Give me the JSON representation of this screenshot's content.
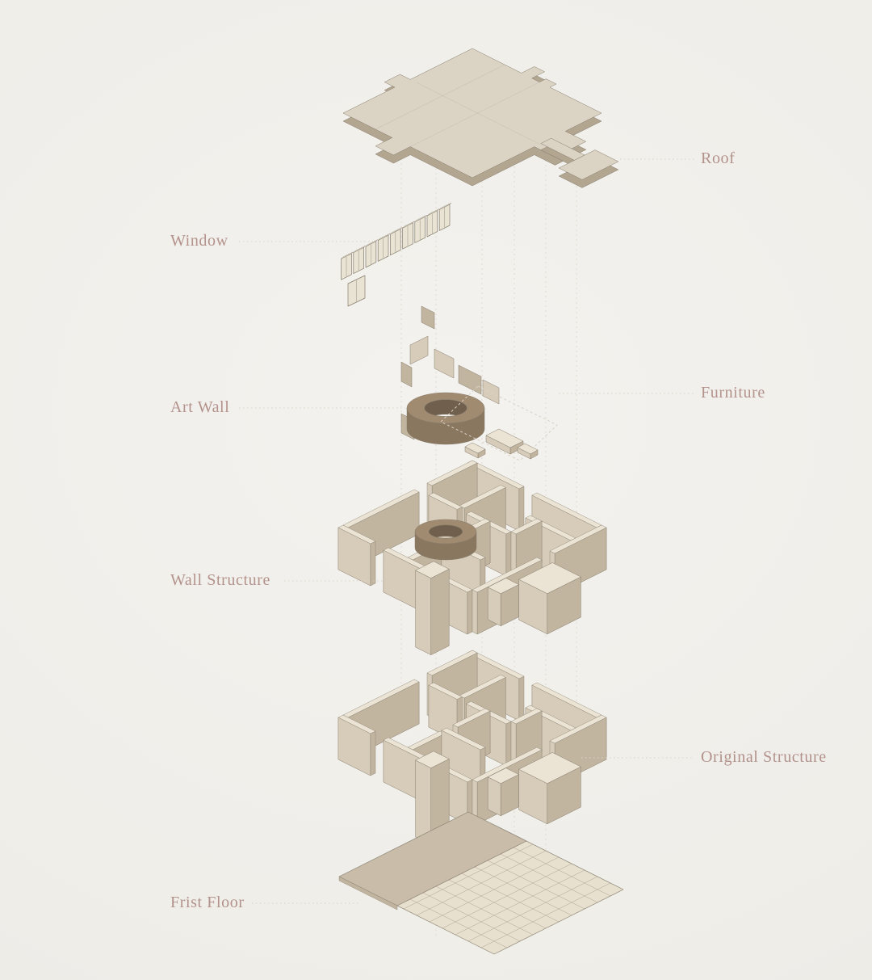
{
  "diagram": {
    "type": "exploded-axonometric-architecture",
    "labels": [
      {
        "id": "roof",
        "text": "Roof",
        "side": "right"
      },
      {
        "id": "window",
        "text": "Window",
        "side": "left"
      },
      {
        "id": "furniture",
        "text": "Furniture",
        "side": "right"
      },
      {
        "id": "art-wall",
        "text": "Art Wall",
        "side": "left"
      },
      {
        "id": "wall-structure",
        "text": "Wall Structure",
        "side": "left"
      },
      {
        "id": "original-structure",
        "text": "Original Structure",
        "side": "right"
      },
      {
        "id": "first-floor",
        "text": "Frist Floor",
        "side": "left"
      }
    ]
  },
  "colors": {
    "background": "#efede8",
    "label": "#b3928c",
    "leader": "#d9d2c6",
    "guide": "#dcd6ca",
    "outline": "#867d6e",
    "wall_top": "#ebe4d5",
    "wall_light": "#d7ccb9",
    "wall_dark": "#c2b5a0",
    "window_glass": "#e9e3d4",
    "roof_top": "#dbd3c3",
    "roof_side": "#b3a691",
    "art_wall_top": "#a08a70",
    "art_wall_front": "#8a775f",
    "art_wall_inner": "#6f5f4c",
    "floor_tile": "#e7e0cf",
    "floor_slab": "#c9bda9",
    "grid_line": "#a89f8d"
  }
}
